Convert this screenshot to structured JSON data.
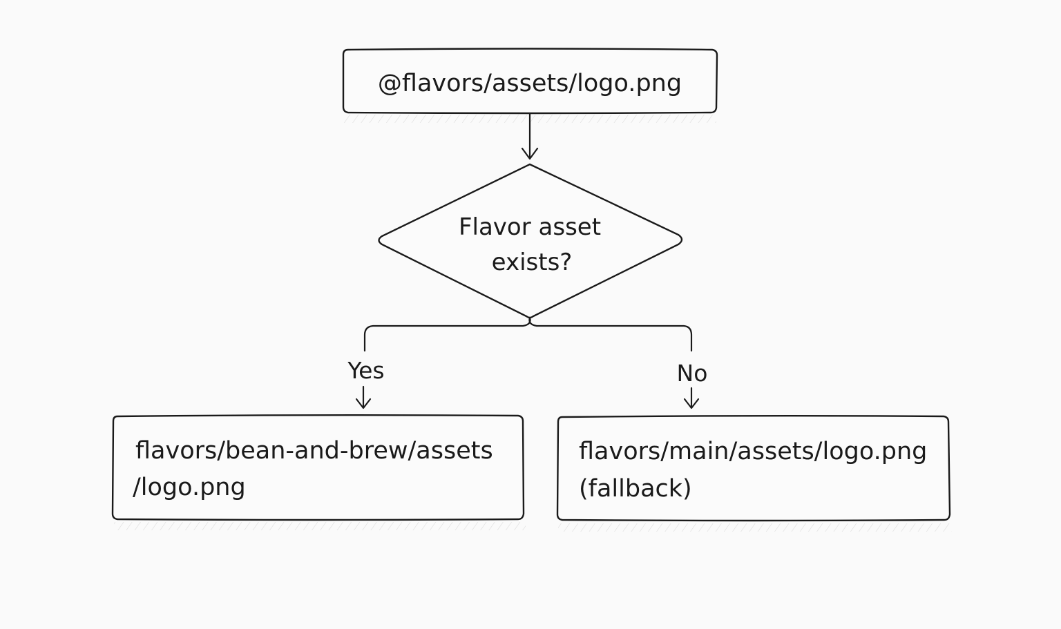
{
  "diagram": {
    "source_node": {
      "label": "@flavors/assets/logo.png"
    },
    "decision_node": {
      "line1": "Flavor asset",
      "line2": "exists?"
    },
    "branch_yes": {
      "label": "Yes"
    },
    "branch_no": {
      "label": "No"
    },
    "result_yes": {
      "line1": "flavors/bean-and-brew/assets",
      "line2": "/logo.png"
    },
    "result_no": {
      "line1": "flavors/main/assets/logo.png",
      "line2": "(fallback)"
    }
  }
}
